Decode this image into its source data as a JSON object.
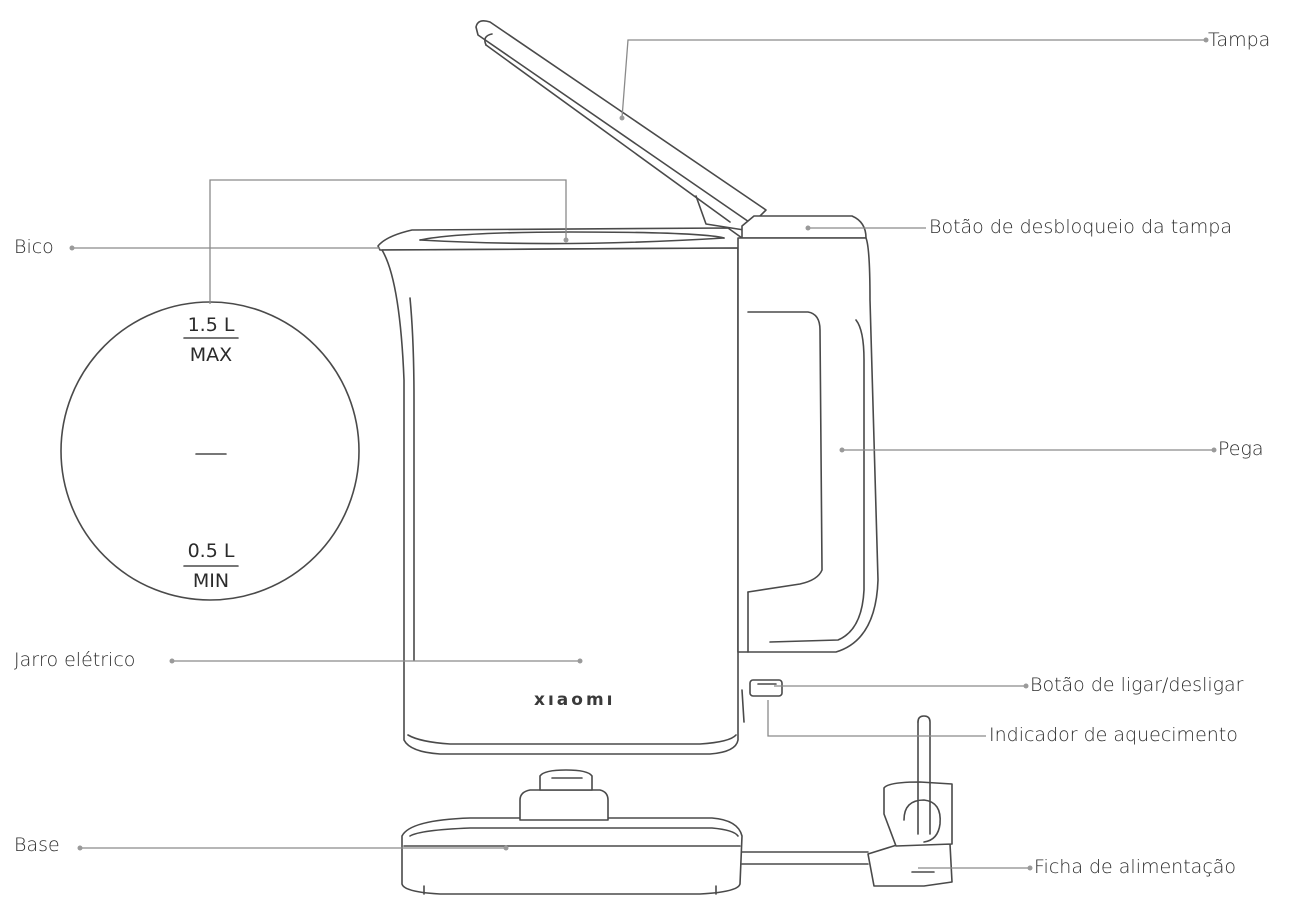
{
  "labels": {
    "tampa": "Tampa",
    "botao_desbloqueio": "Botão de desbloqueio da tampa",
    "bico": "Bico",
    "pega": "Pega",
    "jarro": "Jarro elétrico",
    "botao_ligar": "Botão de ligar/desligar",
    "indicador": "Indicador de aquecimento",
    "base": "Base",
    "ficha": "Ficha de alimentação"
  },
  "scale": {
    "max_volume": "1.5 L",
    "max_label": "MAX",
    "min_volume": "0.5 L",
    "min_label": "MIN"
  },
  "brand": "xıaomı",
  "colors": {
    "line": "#4a4a4a",
    "leader": "#8a8a8a",
    "text": "#2b2b2b"
  }
}
